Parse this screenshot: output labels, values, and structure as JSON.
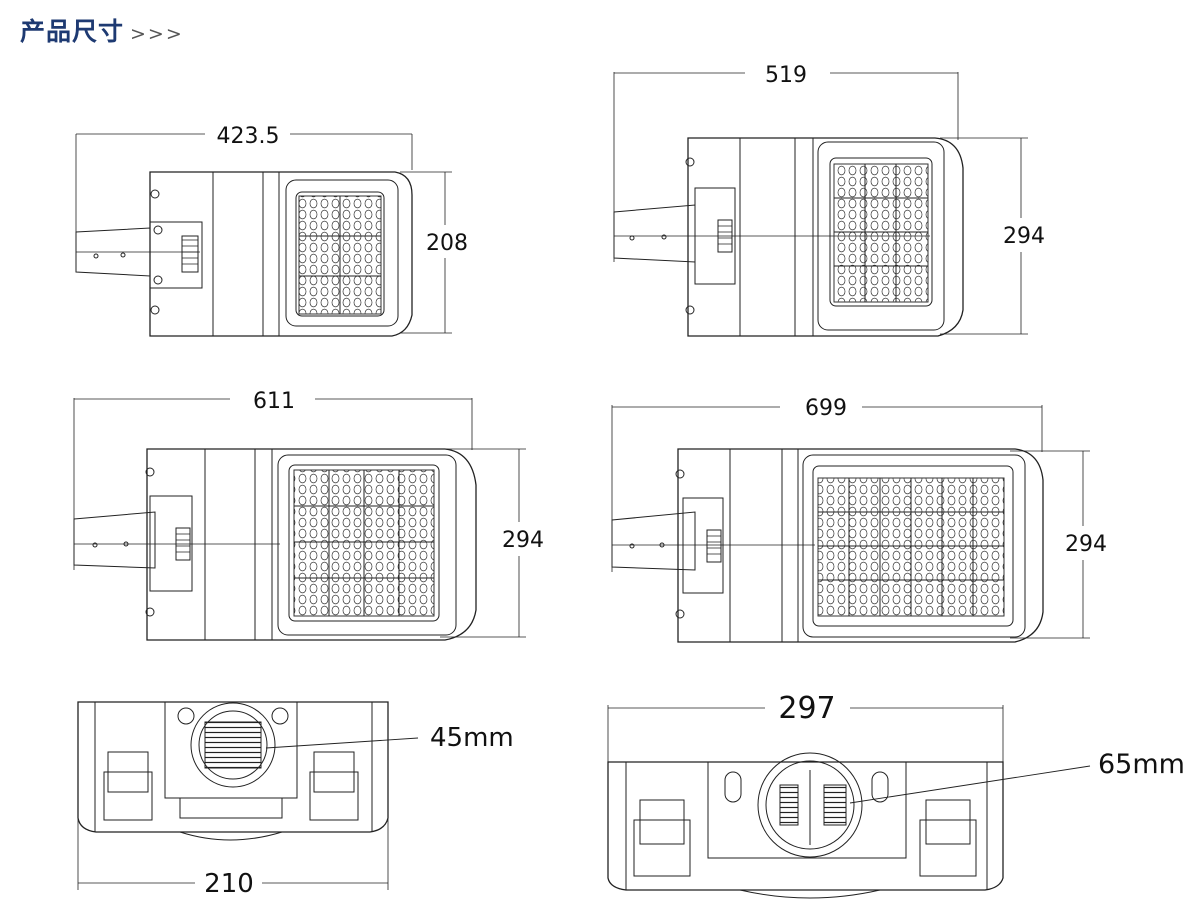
{
  "header": {
    "title": "产品尺寸",
    "arrows": ">>>"
  },
  "views": {
    "small": {
      "width": "423.5",
      "height": "208"
    },
    "medium": {
      "width": "519",
      "height": "294"
    },
    "large": {
      "width": "611",
      "height": "294"
    },
    "xlarge": {
      "width": "699",
      "height": "294"
    },
    "end_small": {
      "width": "210",
      "pole": "45mm"
    },
    "end_large": {
      "width": "297",
      "pole": "65mm"
    }
  }
}
